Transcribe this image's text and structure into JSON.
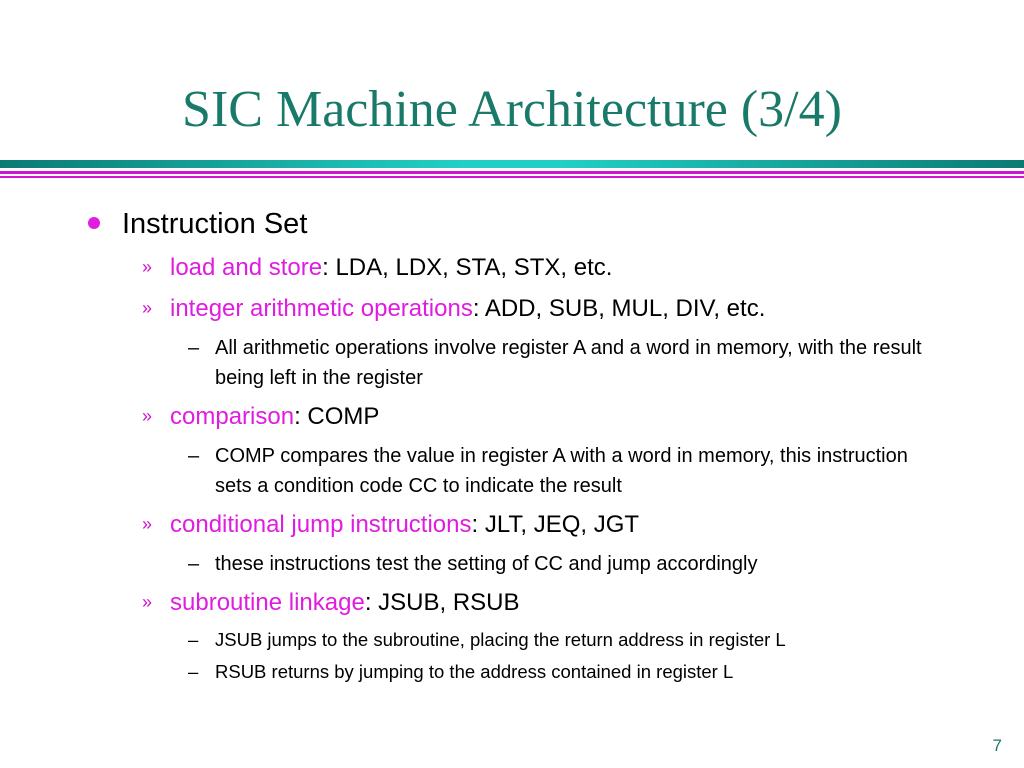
{
  "slide": {
    "title": "SIC Machine Architecture (3/4)",
    "page_number": "7",
    "bullet": "Instruction Set",
    "items": [
      {
        "term": "load and store",
        "sep": ":",
        "detail": " LDA, LDX, STA, STX, etc."
      },
      {
        "term": "integer arithmetic operations",
        "sep": ":",
        "detail": " ADD, SUB, MUL, DIV, etc.",
        "subs": [
          "All arithmetic operations involve register A and a word in memory, with the result being left in the register"
        ]
      },
      {
        "term": "comparison",
        "sep": ":",
        "detail": " COMP",
        "subs": [
          "COMP compares the value in register A with a word in memory, this instruction sets a condition code CC to indicate the result"
        ]
      },
      {
        "term": "conditional jump instructions",
        "sep": ":",
        "detail": " JLT, JEQ, JGT",
        "subs": [
          "these instructions test the setting of CC and jump accordingly"
        ]
      },
      {
        "term": "subroutine linkage",
        "sep": ":",
        "detail": " JSUB, RSUB",
        "subs": [
          "JSUB jumps to the subroutine, placing the return address in register L",
          "RSUB returns by jumping to the address contained in register L"
        ]
      }
    ],
    "markers": {
      "level2": "»",
      "level3": "–"
    },
    "colors": {
      "title": "#1a7a6a",
      "highlight": "#e01ce0",
      "rule_teal": "#22cfc4",
      "rule_magenta": "#d014d0"
    }
  }
}
